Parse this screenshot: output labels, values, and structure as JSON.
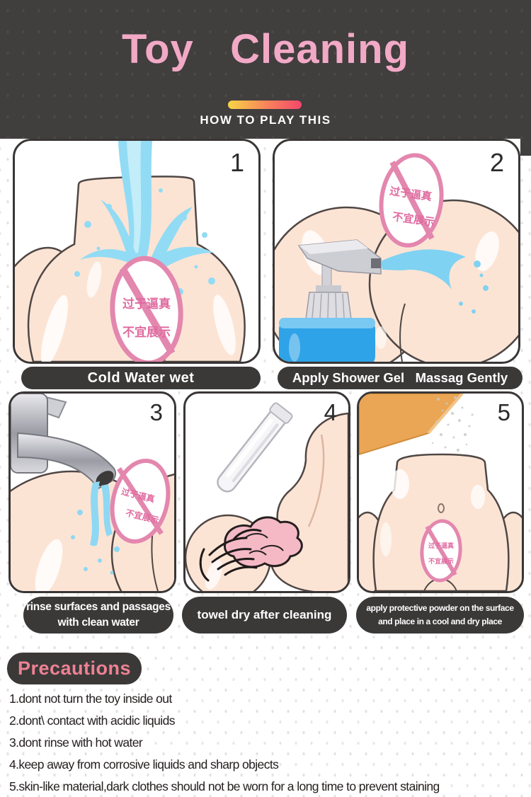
{
  "header": {
    "title": "Toy   Cleaning",
    "subtitle": "HOW TO PLAY THIS"
  },
  "badge": {
    "line1": "过于逼真",
    "line2": "不宜展示"
  },
  "steps": [
    {
      "number": "1",
      "caption_lines": [
        "Cold Water wet"
      ]
    },
    {
      "number": "2",
      "caption_lines": [
        "Apply Shower Gel   Massag Gently"
      ]
    },
    {
      "number": "3",
      "caption_lines": [
        "rinse surfaces and passages",
        "with clean water"
      ]
    },
    {
      "number": "4",
      "caption_lines": [
        "towel dry after cleaning"
      ]
    },
    {
      "number": "5",
      "caption_lines": [
        "apply protective powder on the surface",
        "and place in a cool and dry place"
      ]
    }
  ],
  "precautions": {
    "heading": "Precautions",
    "items": [
      "1.dont not turn the toy inside out",
      "2.dont\\ contact with acidic liquids",
      "3.dont rinse with hot water",
      "4.keep away from corrosive liquids and sharp objects",
      "5.skin-like material,dark clothes should not be worn for a long time to prevent staining"
    ]
  },
  "colors": {
    "header_bg": "#413e3e",
    "title_pink": "#f2a9c6",
    "gradient_start": "#f6d545",
    "gradient_end": "#f4476b",
    "pill_bg": "#3b3838",
    "precautions_text": "#ed8293",
    "badge_pink": "#e387ae",
    "water_blue": "#8ed8f3",
    "flesh": "#fce4d5",
    "bottle_blue": "#2fa3e8",
    "board_tan": "#eaa654"
  }
}
